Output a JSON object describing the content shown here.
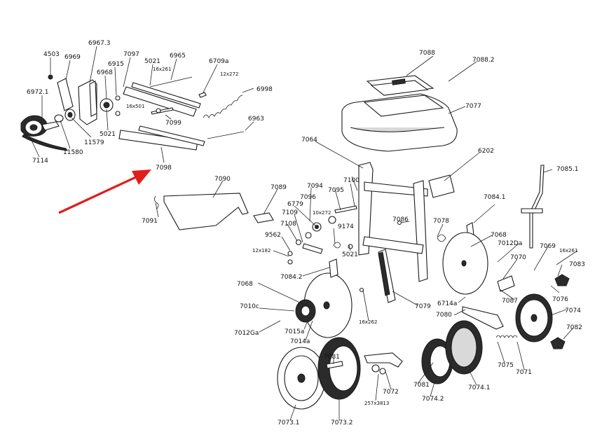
{
  "colors": {
    "ink": "#1a1a1a",
    "background": "#ffffff",
    "arrow": "#e11d1d",
    "shade": "#d9d9d9"
  },
  "labels": {
    "l4503": "4503",
    "l6969": "6969",
    "l6967_3": "6967.3",
    "l7097": "7097",
    "l5021a": "5021",
    "l6965": "6965",
    "l16x261a": "16x261",
    "l6968": "6968",
    "l6915": "6915",
    "l6709a": "6709a",
    "l12x272a": "12x272",
    "l6998": "6998",
    "l6972_1": "6972.1",
    "l16x501": "16x501",
    "l7099": "7099",
    "l6963": "6963",
    "l5021b": "5021",
    "l11579": "11579",
    "l11580": "11580",
    "l7114": "7114",
    "l7098": "7098",
    "l7088": "7088",
    "l7088_2": "7088.2",
    "l7077": "7077",
    "l7064": "7064",
    "l6202": "6202",
    "l7085_1": "7085.1",
    "l7090": "7090",
    "l7089": "7089",
    "l7094": "7094",
    "l7095": "7095",
    "l7100": "7100",
    "l6779": "6779",
    "l7096": "7096",
    "l10x272": "10x272",
    "l7109": "7109",
    "l7108": "7108",
    "l7091": "7091",
    "l9562": "9562",
    "l9174": "9174",
    "l7086": "7086",
    "l7078": "7078",
    "l7084_1": "7084.1",
    "l7068a": "7068",
    "l7012Da": "7012Da",
    "l12x182": "12x182",
    "l5021c": "5021",
    "l7084_2": "7084.2",
    "l7069": "7069",
    "l16x261b": "16x261",
    "l7070": "7070",
    "l7083": "7083",
    "l7068b": "7068",
    "l7010c": "7010c",
    "l7079": "7079",
    "l6714a": "6714a",
    "l7087": "7087",
    "l7076": "7076",
    "l7080": "7080",
    "l7074": "7074",
    "l16x262": "16x262",
    "l7012Ga": "7012Ga",
    "l7015a": "7015a",
    "l7014a": "7014a",
    "l7082": "7082",
    "l7081a": "7081",
    "l7081b": "7081",
    "l7075": "7075",
    "l7071": "7071",
    "l7072": "7072",
    "l7074_2": "7074.2",
    "l7074_1": "7074.1",
    "l257x3813": "257x3813",
    "l7073_1": "7073.1",
    "l7073_2": "7073.2"
  }
}
